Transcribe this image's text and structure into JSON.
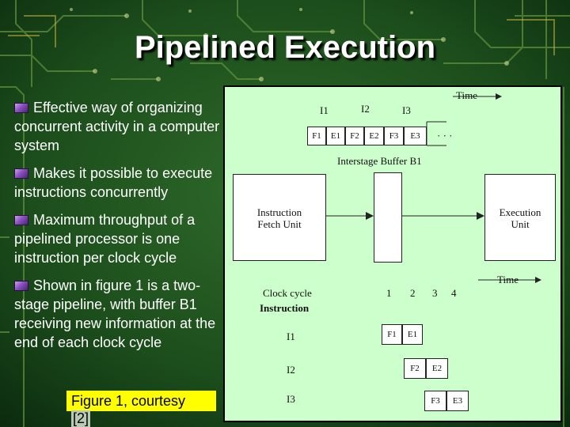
{
  "slide": {
    "title": "Pipelined Execution",
    "bullets": [
      "Effective way of organizing concurrent activity in a computer system",
      "Makes it possible to execute instructions concurrently",
      "Maximum throughput of a pipelined processor is one instruction per clock cycle",
      "Shown in figure 1 is a two-stage pipeline, with buffer B1 receiving new information at the end of each clock cycle"
    ],
    "caption": "Figure 1, courtesy",
    "reference": "[2]"
  },
  "figure": {
    "timeline": {
      "instr_labels": [
        "I1",
        "I2",
        "I3"
      ],
      "time_label": "Time",
      "cells": [
        "F1",
        "E1",
        "F2",
        "E2",
        "F3",
        "E3"
      ],
      "ellipsis": "· · ·"
    },
    "buffer_label": "Interstage Buffer B1",
    "fetch_unit": [
      "Instruction",
      "Fetch Unit"
    ],
    "exec_unit": [
      "Execution",
      "Unit"
    ],
    "table": {
      "clock_cycle_label": "Clock cycle",
      "instruction_label": "Instruction",
      "time_label": "Time",
      "cycles": [
        "1",
        "2",
        "3",
        "4"
      ],
      "rows": [
        {
          "label": "I1",
          "fetch": "F1",
          "exec": "E1"
        },
        {
          "label": "I2",
          "fetch": "F2",
          "exec": "E2"
        },
        {
          "label": "I3",
          "fetch": "F3",
          "exec": "E3"
        }
      ]
    }
  }
}
